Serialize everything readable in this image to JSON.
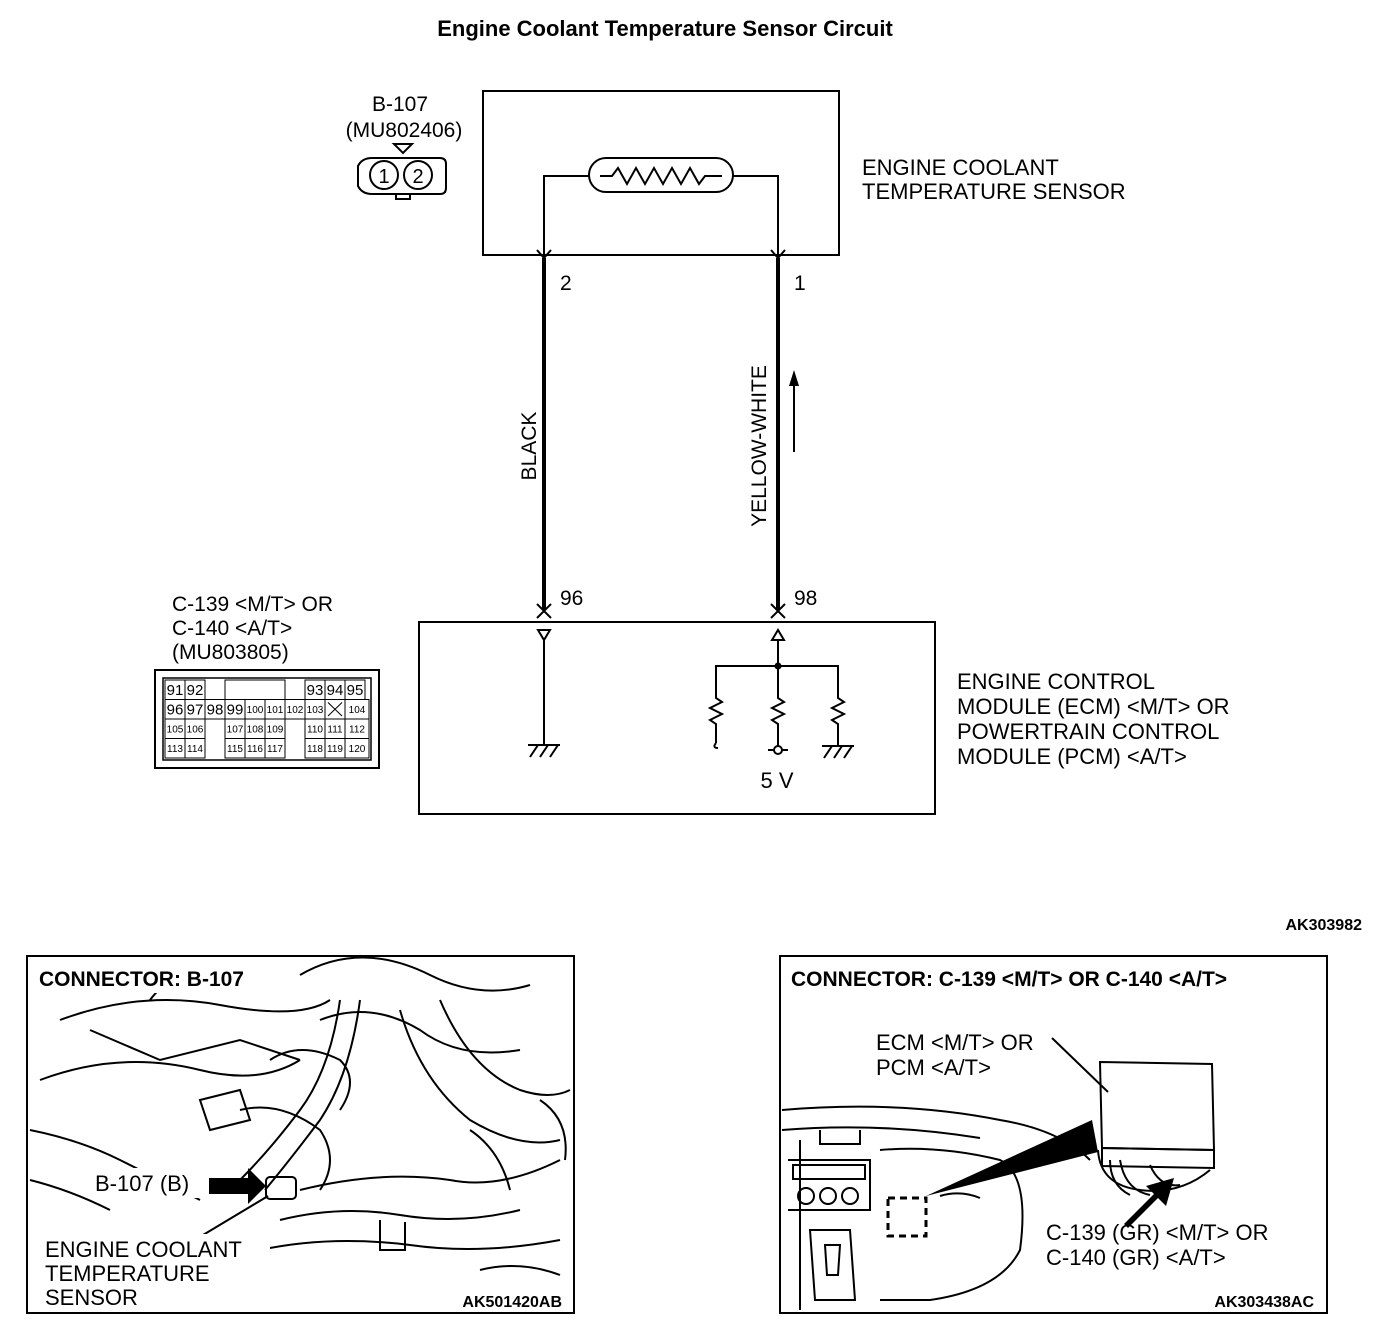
{
  "title": "Engine Coolant Temperature Sensor Circuit",
  "sensor_connector": {
    "id": "B-107",
    "part": "(MU802406)",
    "pins": [
      "1",
      "2"
    ]
  },
  "sensor_label": [
    "ENGINE COOLANT",
    "TEMPERATURE SENSOR"
  ],
  "wires": [
    {
      "color": "BLACK",
      "sensor_pin": "2",
      "module_pin": "96"
    },
    {
      "color": "YELLOW-WHITE",
      "sensor_pin": "1",
      "module_pin": "98"
    }
  ],
  "module_connector": {
    "lines": [
      "C-139 <M/T> OR",
      "C-140 <A/T>",
      "(MU803805)"
    ],
    "pin_rows": [
      [
        "91",
        "92",
        "",
        "",
        "",
        "93",
        "94",
        "95"
      ],
      [
        "96",
        "97",
        "98",
        "99",
        "100",
        "101",
        "102",
        "103",
        "",
        "104"
      ],
      [
        "105",
        "106",
        "107",
        "108",
        "109",
        "110",
        "111",
        "112"
      ],
      [
        "113",
        "114",
        "115",
        "116",
        "117",
        "118",
        "119",
        "120"
      ]
    ]
  },
  "module_label": [
    "ENGINE CONTROL",
    "MODULE (ECM) <M/T> OR",
    "POWERTRAIN CONTROL",
    "MODULE (PCM) <A/T>"
  ],
  "supply_voltage": "5 V",
  "diagram_code": "AK303982",
  "panel_left": {
    "heading": "CONNECTOR: B-107",
    "callout": "B-107 (B)",
    "label": [
      "ENGINE COOLANT",
      "TEMPERATURE",
      "SENSOR"
    ],
    "code": "AK501420AB"
  },
  "panel_right": {
    "heading": "CONNECTOR: C-139 <M/T> OR C-140 <A/T>",
    "module_label": [
      "ECM <M/T> OR",
      "PCM <A/T>"
    ],
    "connector_label": [
      "C-139 (GR) <M/T> OR",
      "C-140 (GR) <A/T>"
    ],
    "code": "AK303438AC"
  }
}
